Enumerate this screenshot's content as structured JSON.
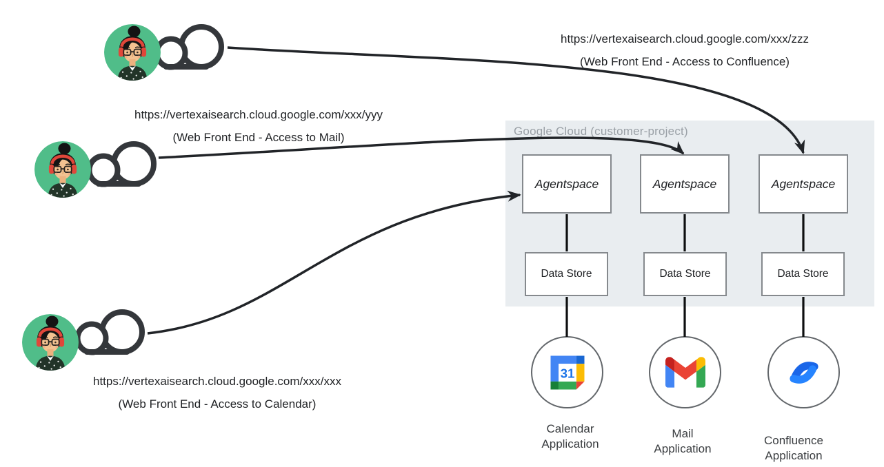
{
  "google_cloud_box": {
    "label": "Google Cloud (customer-project)",
    "fill": "#e9edf0"
  },
  "users": [
    {
      "name": "confluence-user",
      "url": "https://vertexaisearch.cloud.google.com/xxx/zzz",
      "caption": "(Web Front End - Access to Confluence)",
      "avatar_icon": "user-headset-avatar",
      "cloud_icon": "cloud-outline-icon"
    },
    {
      "name": "mail-user",
      "url": "https://vertexaisearch.cloud.google.com/xxx/yyy",
      "caption": "(Web Front End - Access to Mail)",
      "avatar_icon": "user-headset-avatar",
      "cloud_icon": "cloud-outline-icon"
    },
    {
      "name": "calendar-user",
      "url": "https://vertexaisearch.cloud.google.com/xxx/xxx",
      "caption": "(Web Front End - Access to Calendar)",
      "avatar_icon": "user-headset-avatar",
      "cloud_icon": "cloud-outline-icon"
    }
  ],
  "pipelines": [
    {
      "engine_label": "Agentspace",
      "datastore_label": "Data Store",
      "app_line1": "Calendar",
      "app_line2": "Application",
      "icon": "google-calendar-icon",
      "calendar_day": "31"
    },
    {
      "engine_label": "Agentspace",
      "datastore_label": "Data Store",
      "app_line1": "Mail",
      "app_line2": "Application",
      "icon": "gmail-icon"
    },
    {
      "engine_label": "Agentspace",
      "datastore_label": "Data Store",
      "app_line1": "Confluence",
      "app_line2": "Application",
      "icon": "confluence-icon"
    }
  ],
  "colors": {
    "arrow": "#212428",
    "box_border": "#85898d",
    "cloud_outline": "#34373b",
    "avatar_green": "#50bd89",
    "headphones_red": "#e0473a",
    "google_blue": "#4285f4",
    "google_dark_blue": "#1967d2",
    "google_red": "#ea4335",
    "google_yellow": "#fbbc04",
    "google_green": "#34a853",
    "google_dark_green": "#188038",
    "confluence_blue": "#2271f1"
  }
}
